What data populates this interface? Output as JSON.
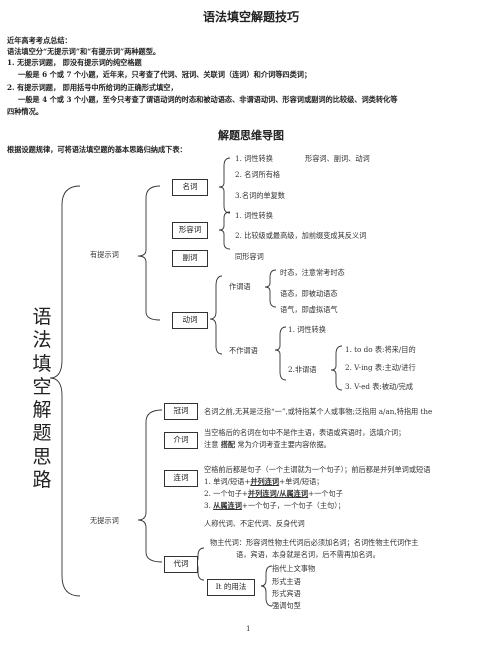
{
  "title": "语法填空解题技巧",
  "intro": [
    "近年高考考点总结：",
    "语法填空分“无提示词”和“有提示词”两种题型。",
    "1. 无提示词题， 即没有提示词的纯空格题",
    "一般是 6 个或 7 个小题，近年来，只考查了代词、冠词、关联词（连词）和介词等四类词；",
    "2. 有提示词题， 即用括号中所给词的正确形式填空，",
    "一般是 4 个或 3 个小题，至今只考查了谓语动词的时态和被动语态、非谓语动词、形容词或副词的比较级、词类转化等",
    "四种情况。"
  ],
  "mindmap_title": "解题思维导图",
  "mindmap_intro": "根据设题规律，可将语法填空题的基本思路归纳成下表：",
  "root": [
    "语",
    "法",
    "填",
    "空",
    "解",
    "题",
    "思",
    "路"
  ],
  "has_hint": {
    "label": "有提示词",
    "noun": {
      "label": "名词",
      "items": [
        "1. 词性转换",
        "2. 名词所有格",
        "3.名词的单复数"
      ],
      "conversion": "形容词、副词、动词"
    },
    "adjective": {
      "label": "形容词",
      "items": [
        "1. 词性转换",
        "2. 比较级或最高级，加前缀变成其反义词"
      ]
    },
    "adverb": {
      "label": "副词",
      "note": "同形容词"
    },
    "verb": {
      "label": "动词",
      "predicate": {
        "label": "作谓语",
        "items": [
          "时态，注意常考时态",
          "语态，即被动语态",
          "语气，即虚拟语气"
        ]
      },
      "non_predicate": {
        "label": "不作谓语",
        "conversion": "1. 词性转换",
        "non_finite": "2.非谓语",
        "forms": [
          "1. to do 表:将来/目的",
          "2. V-ing 表:主动/进行",
          "3. V-ed 表:被动/完成"
        ]
      }
    }
  },
  "no_hint": {
    "label": "无提示词",
    "article": {
      "label": "冠词",
      "text": "名词之前,无其是泛指“一”,或特指某个人或事物;泛指用 a/an,特指用 the"
    },
    "preposition": {
      "label": "介词",
      "lines": [
        "当空格后的名词在句中不是作主语，表语或宾语时，选填介词；",
        "注意"
      ],
      "emphasis": "搭配",
      "tail": "常为介词考查主要内容依据。"
    },
    "conjunction": {
      "label": "连词",
      "line1": "空格前后都是句子（一个主谓就为一个句子）；前后都是并列单词或短语",
      "line2": {
        "a": "1. 单词/短语+",
        "u": "并列连词",
        "b": "+单词/短语；"
      },
      "line3": {
        "a": "2. 一个句子+",
        "u": "并列连词/从属连词",
        "b": "+一个句子"
      },
      "line4": {
        "a": "3. ",
        "u": "从属连词",
        "b": "+一个句子，一个句子（主句）；"
      }
    },
    "pronoun": {
      "label": "代词",
      "line1": "人称代词、不定代词、反身代词",
      "line2": "物主代词：形容词性物主代词后必须加名词；名词性物主代词作主",
      "line3": "语，宾语，本身就是名词，后不需再加名词。",
      "it": {
        "label": "It 的用法",
        "items": [
          "指代上文事物",
          "形式主语",
          "形式宾语",
          "强调句型"
        ]
      }
    }
  },
  "page_number": "1"
}
